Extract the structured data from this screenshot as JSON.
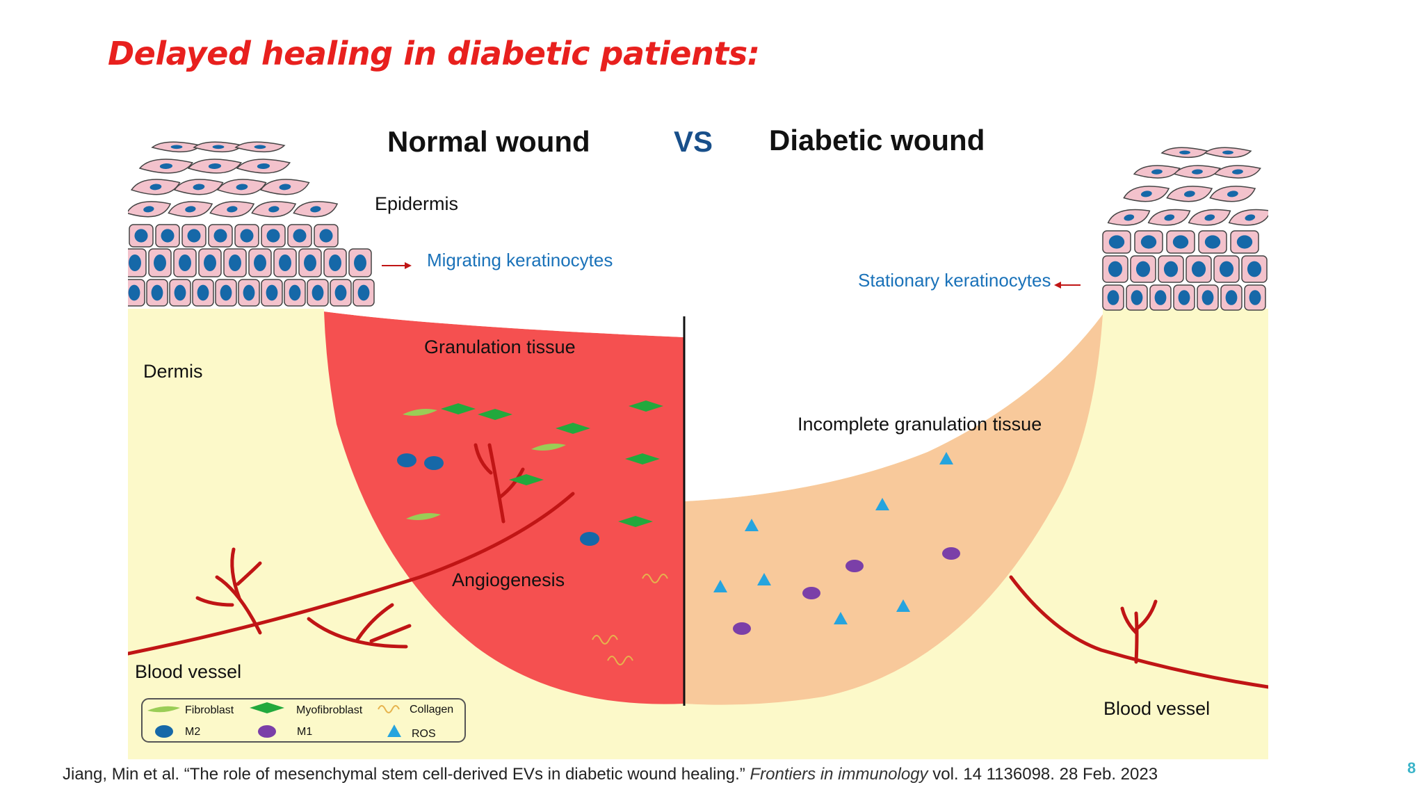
{
  "slide": {
    "title": "Delayed healing in diabetic patients:",
    "page_number": "8"
  },
  "citation": {
    "prefix": "Jiang, Min et al. “The role of mesenchymal stem cell-derived EVs in diabetic wound healing.” ",
    "journal": "Frontiers in immunology",
    "suffix": " vol. 14 1136098. 28 Feb. 2023"
  },
  "figure": {
    "normal_title": "Normal wound",
    "vs": "VS",
    "diabetic_title": "Diabetic wound",
    "labels": {
      "epidermis": "Epidermis",
      "migrating": "Migrating keratinocytes",
      "stationary": "Stationary keratinocytes",
      "dermis": "Dermis",
      "granulation": "Granulation tissue",
      "incomplete": "Incomplete granulation tissue",
      "angiogenesis": "Angiogenesis",
      "blood_vessel_left": "Blood vessel",
      "blood_vessel_right": "Blood vessel"
    },
    "legend": {
      "fibroblast": "Fibroblast",
      "myofibroblast": "Myofibroblast",
      "collagen": "Collagen",
      "m2": "M2",
      "m1": "M1",
      "ros": "ROS"
    },
    "colors": {
      "dermis": "#fcf9c9",
      "granulation": "#f55050",
      "incomplete": "#f8c99b",
      "cell": "#f3c2cc",
      "nucleus": "#1668a8",
      "fibroblast": "#9acd56",
      "myofibroblast": "#22a93d",
      "m1": "#7b3fa8",
      "ros": "#26a4de",
      "vessel": "#c01515",
      "title_red": "#e8201e",
      "label_blue": "#1a72b9",
      "vs_blue": "#184f8a"
    }
  }
}
